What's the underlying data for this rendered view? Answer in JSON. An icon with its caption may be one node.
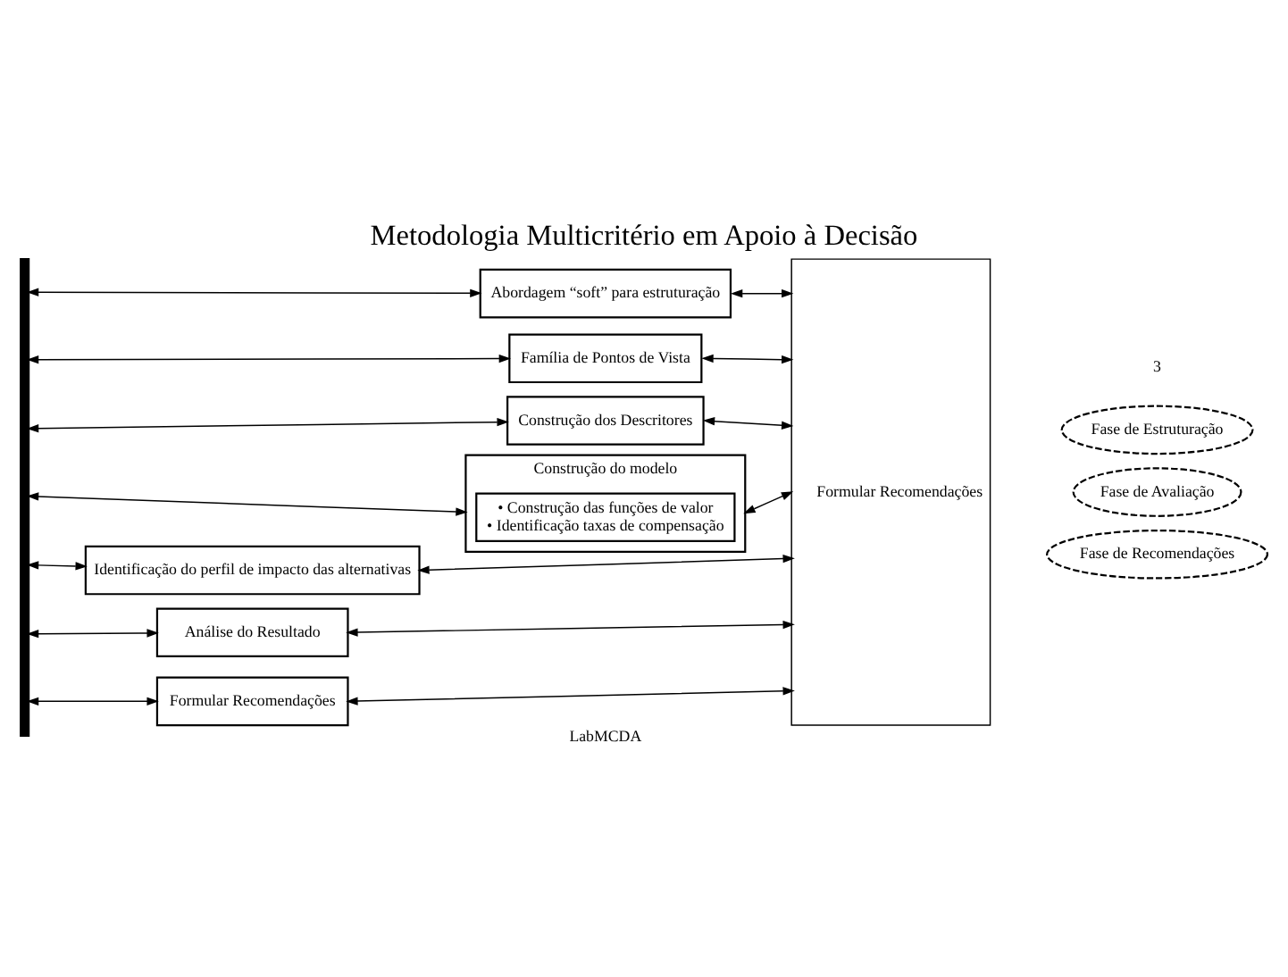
{
  "diagram": {
    "title": "Metodologia Multicritério em Apoio à Decisão",
    "nodes": [
      {
        "text": [
          "Abordagem “soft” para estruturação"
        ]
      },
      {
        "text": [
          "Família de Pontos de Vista"
        ]
      },
      {
        "text": [
          "Construção dos Descritores"
        ]
      },
      {
        "text": [
          "Construção do modelo"
        ]
      },
      {
        "text": [
          "• Construção das funções de valor",
          "• Identificação taxas de compensação"
        ],
        "in": 3
      },
      {
        "text": [
          "Identificação do perfil de impacto das alternativas"
        ]
      },
      {
        "text": [
          "Análise do Resultado"
        ]
      },
      {
        "text": [
          "Formular Recomendações"
        ]
      },
      {
        "text": [
          "Formular Recomendações"
        ]
      },
      {
        "text": [],
        "shape": "bar"
      },
      {
        "text": [
          "Fase de Estruturação"
        ]
      },
      {
        "text": [
          "Fase de Avaliação"
        ]
      },
      {
        "text": [
          "Fase de Recomendações"
        ]
      }
    ],
    "edges": [
      {
        "from": 9,
        "to": 0,
        "arrow": "both"
      },
      {
        "from": 9,
        "to": 1,
        "arrow": "both"
      },
      {
        "from": 9,
        "to": 2,
        "arrow": "both"
      },
      {
        "from": 9,
        "to": 3,
        "arrow": "both"
      },
      {
        "from": 9,
        "to": 5,
        "arrow": "both"
      },
      {
        "from": 9,
        "to": 6,
        "arrow": "both"
      },
      {
        "from": 9,
        "to": 7,
        "arrow": "both"
      },
      {
        "from": 0,
        "to": 8,
        "arrow": "both"
      },
      {
        "from": 1,
        "to": 8,
        "arrow": "both"
      },
      {
        "from": 2,
        "to": 8,
        "arrow": "both"
      },
      {
        "from": 3,
        "to": 8,
        "arrow": "both"
      },
      {
        "from": 5,
        "to": 8,
        "arrow": "both"
      },
      {
        "from": 6,
        "to": 8,
        "arrow": "both"
      },
      {
        "from": 7,
        "to": 8,
        "arrow": "both"
      }
    ],
    "labels": [
      "LabMCDA",
      "3"
    ]
  }
}
